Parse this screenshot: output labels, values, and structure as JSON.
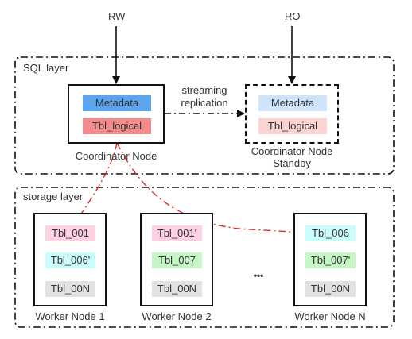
{
  "inputs": {
    "rw": "RW",
    "ro": "RO"
  },
  "sql_layer": {
    "label": "SQL layer",
    "coordinator": {
      "label": "Coordinator Node",
      "items": [
        "Metadata",
        "Tbl_logical"
      ]
    },
    "standby": {
      "label_line1": "Coordinator Node",
      "label_line2": "Standby",
      "items": [
        "Metadata",
        "Tbl_logical"
      ]
    },
    "replication_label_line1": "streaming",
    "replication_label_line2": "replication"
  },
  "storage_layer": {
    "label": "storage layer",
    "ellipsis": "•••",
    "workers": [
      {
        "label": "Worker Node 1",
        "tables": [
          "Tbl_001",
          "Tbl_006'",
          "Tbl_00N"
        ]
      },
      {
        "label": "Worker Node 2",
        "tables": [
          "Tbl_001'",
          "Tbl_007",
          "Tbl_00N"
        ]
      },
      {
        "label": "Worker Node N",
        "tables": [
          "Tbl_006",
          "Tbl_007'",
          "Tbl_00N"
        ]
      }
    ]
  },
  "colors": {
    "metadata_fill": "#5ba4ef",
    "tbl_logical_fill": "#f48b8b",
    "standby_metadata_fill": "#cfe3fb",
    "standby_tbl_logical_fill": "#fbd3d3",
    "pink": "#fdd0e4",
    "cyan": "#ccfbfb",
    "green": "#c6f6c6",
    "gray": "#e2e2e2",
    "shard_link": "#e02a2a"
  }
}
